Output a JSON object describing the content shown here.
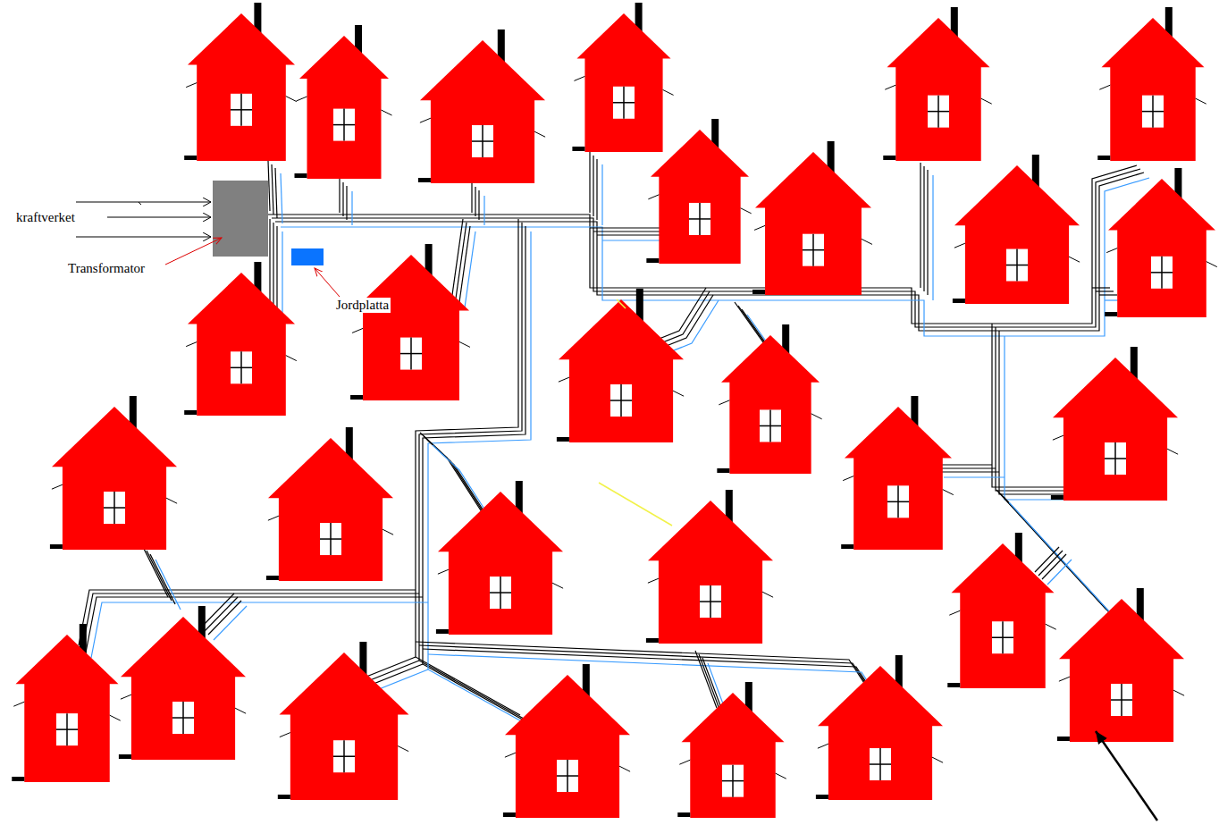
{
  "diagram": {
    "labels": [
      "kraftverket",
      "Transformator",
      "Jordplatta"
    ]
  }
}
